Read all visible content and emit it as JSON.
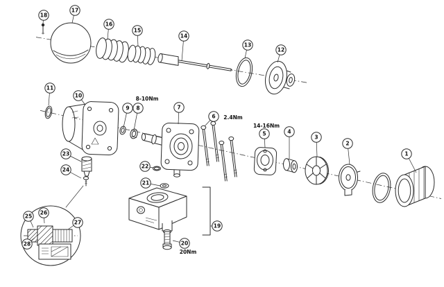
{
  "page": {
    "background": "#ffffff",
    "line_color": "#2a2a2a"
  },
  "callouts": [
    {
      "num": "1"
    },
    {
      "num": "2"
    },
    {
      "num": "3"
    },
    {
      "num": "4"
    },
    {
      "num": "5"
    },
    {
      "num": "6"
    },
    {
      "num": "7"
    },
    {
      "num": "8"
    },
    {
      "num": "9"
    },
    {
      "num": "10"
    },
    {
      "num": "11"
    },
    {
      "num": "12"
    },
    {
      "num": "13"
    },
    {
      "num": "14"
    },
    {
      "num": "15"
    },
    {
      "num": "16"
    },
    {
      "num": "17"
    },
    {
      "num": "18"
    },
    {
      "num": "19"
    },
    {
      "num": "20"
    },
    {
      "num": "21"
    },
    {
      "num": "22"
    },
    {
      "num": "23"
    },
    {
      "num": "24"
    },
    {
      "num": "25"
    },
    {
      "num": "26"
    },
    {
      "num": "27"
    },
    {
      "num": "28"
    }
  ],
  "torque_labels": [
    {
      "text": "8-10Nm"
    },
    {
      "text": "2.4Nm"
    },
    {
      "text": "14-16Nm"
    },
    {
      "text": "20Nm"
    }
  ]
}
